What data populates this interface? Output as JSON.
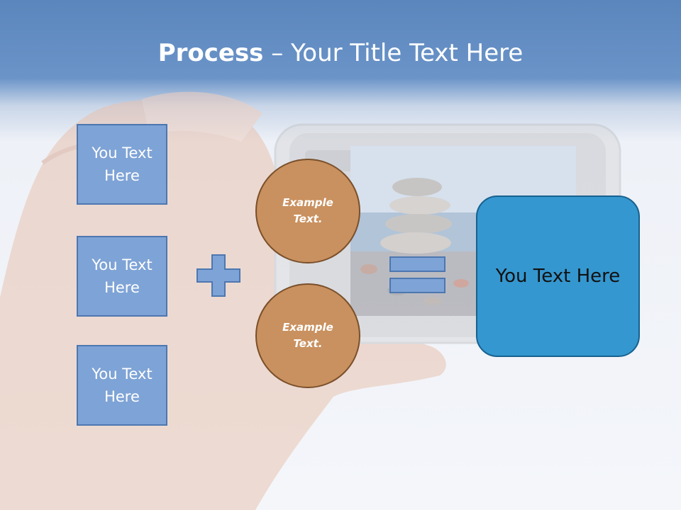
{
  "slide": {
    "title_bold": "Process",
    "title_rest": " – Your Title Text Here",
    "left_boxes": [
      "You Text Here",
      "You Text Here",
      "You Text Here"
    ],
    "circles": [
      "Example Text.",
      "Example Text."
    ],
    "result": "You Text Here"
  },
  "colors": {
    "header": "#5a86bd",
    "box_fill": "#7ea3d6",
    "box_border": "#4d77b0",
    "circle_fill": "#c9915f",
    "circle_border": "#7a4f2a",
    "result_fill": "#3597cf",
    "result_border": "#17618f"
  },
  "icons": [
    "plus-icon",
    "equals-icon"
  ]
}
